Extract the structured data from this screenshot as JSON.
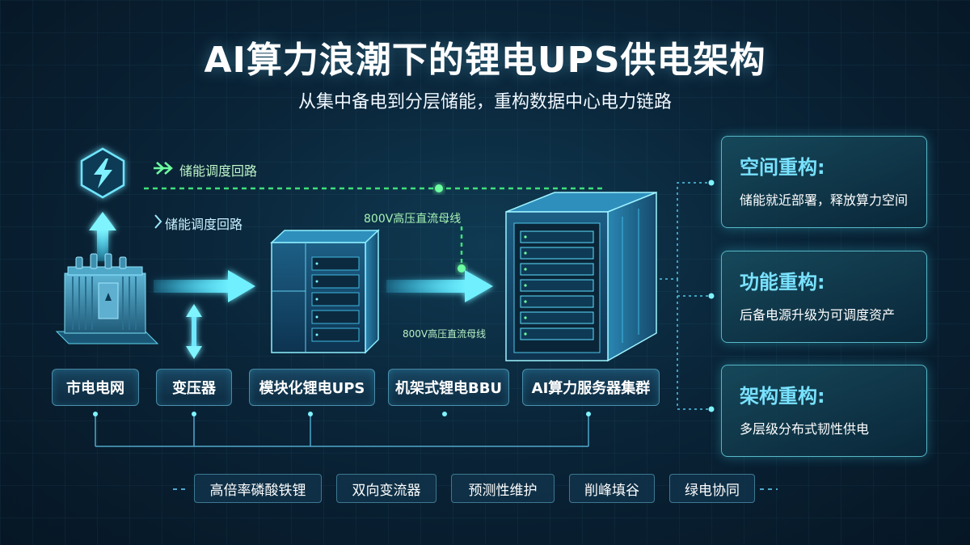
{
  "title": "AI算力浪潮下的锂电UPS供电架构",
  "subtitle": "从集中备电到分层储能，重构数据中心电力链路",
  "flow": {
    "loop_top": "储能调度回路",
    "loop_mid": "储能调度回路",
    "bus_top": "800V高压直流母线",
    "bus_bottom": "800V高压直流母线"
  },
  "stages": [
    "市电电网",
    "变压器",
    "模块化锂电UPS",
    "机架式锂电BBU",
    "AI算力服务器集群"
  ],
  "tags": [
    "高倍率磷酸铁锂",
    "双向变流器",
    "预测性维护",
    "削峰填谷",
    "绿电协同"
  ],
  "panels": [
    {
      "title": "空间重构:",
      "desc": "储能就近部署，释放算力空间"
    },
    {
      "title": "功能重构:",
      "desc": "后备电源升级为可调度资产"
    },
    {
      "title": "架构重构:",
      "desc": "多层级分布式韧性供电"
    }
  ],
  "icons": {
    "grid": "lightning-bolt-icon",
    "transformer": "transformer-icon",
    "ups": "ups-cabinet-icon",
    "server": "server-rack-icon"
  },
  "colors": {
    "accent": "#3fd9f5",
    "bus_green": "#3ee07a",
    "panel_title": "#79e2ff"
  }
}
